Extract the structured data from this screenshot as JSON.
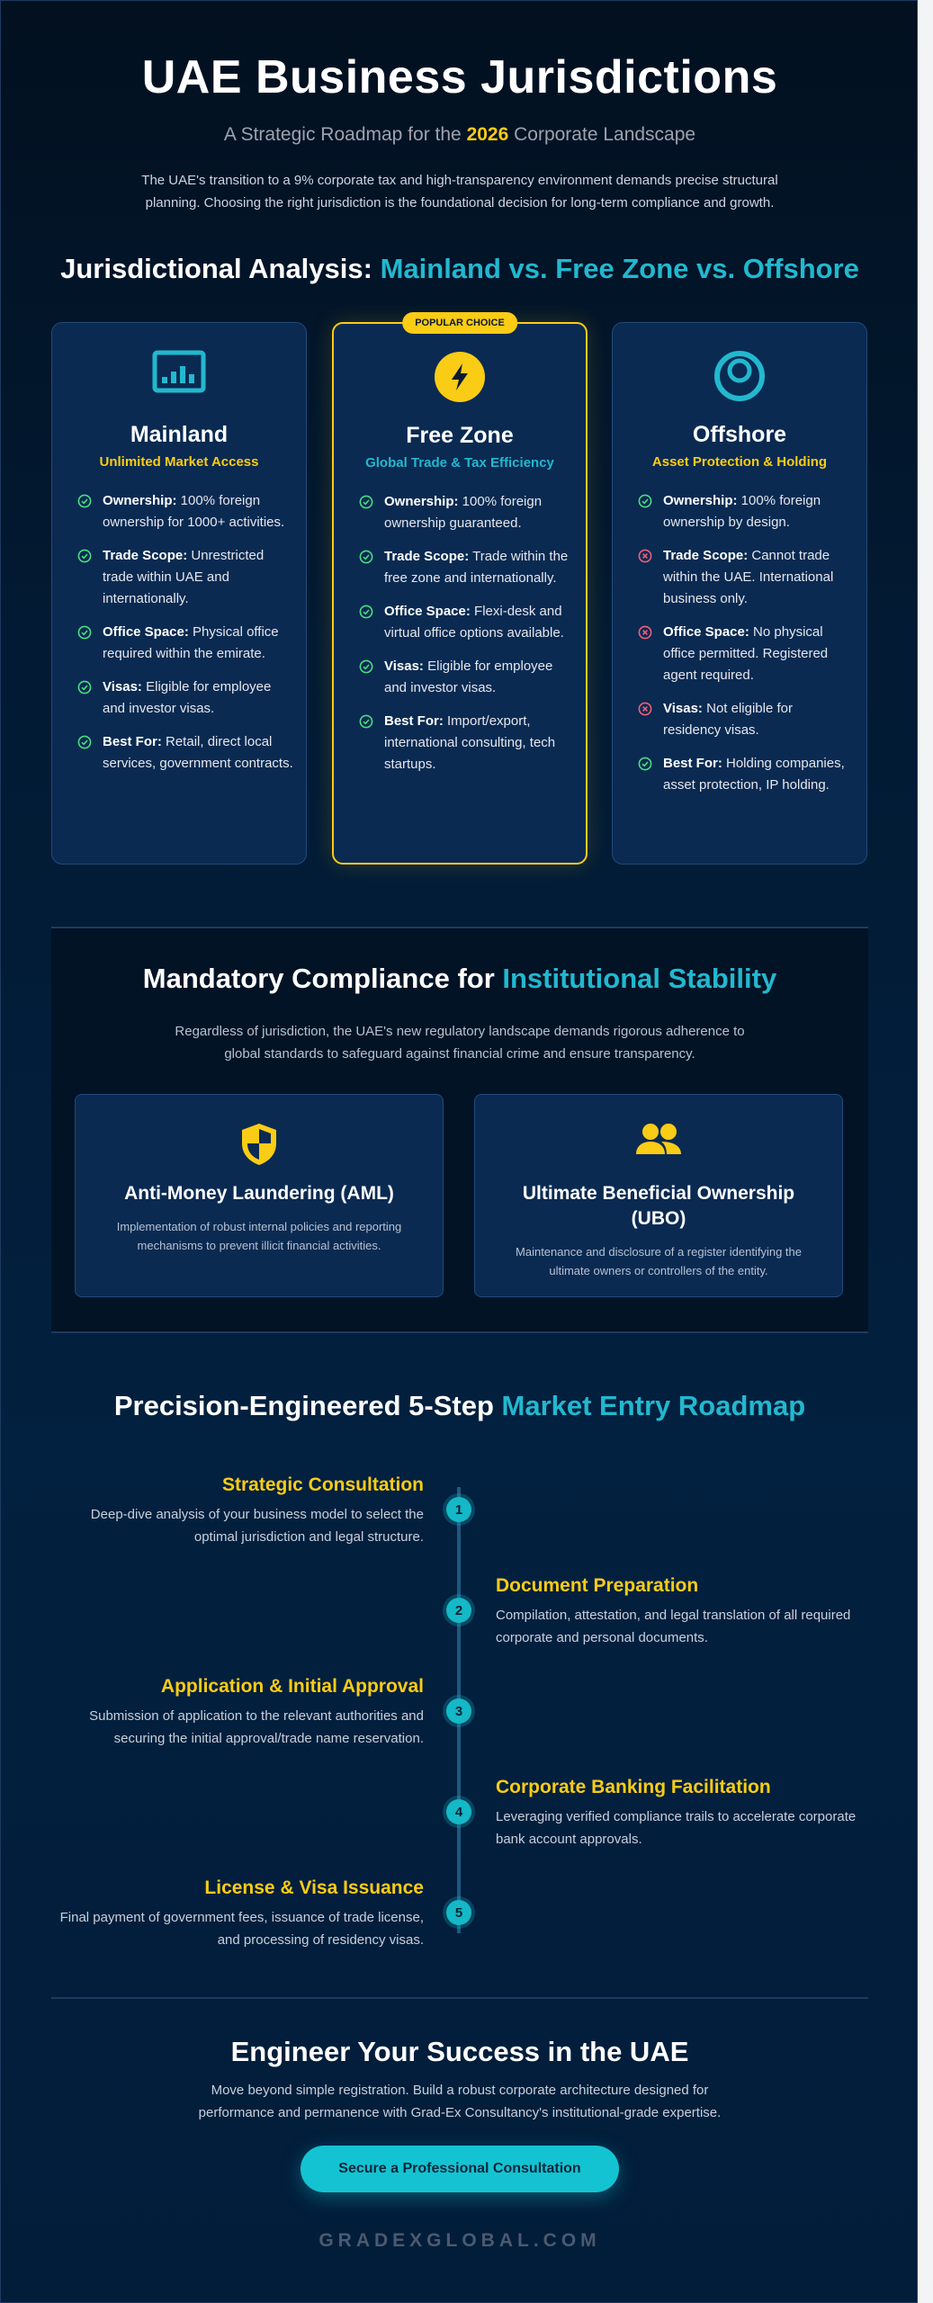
{
  "hero": {
    "title": "UAE Business Jurisdictions",
    "subtitle_pre": "A Strategic Roadmap for the ",
    "subtitle_year": "2026",
    "subtitle_post": " Corporate Landscape",
    "intro": "The UAE's transition to a 9% corporate tax and high-transparency environment demands precise structural planning. Choosing the right jurisdiction is the foundational decision for long-term compliance and growth."
  },
  "analysis": {
    "title_pre": "Jurisdictional Analysis: ",
    "title_accent": "Mainland vs. Free Zone vs. Offshore"
  },
  "cards": [
    {
      "name": "Mainland",
      "tagline": "Unlimited Market Access",
      "icon": "chart-board-icon",
      "features": [
        {
          "label": "Ownership:",
          "text": " 100% foreign ownership for 1000+ activities.",
          "status": "check"
        },
        {
          "label": "Trade Scope:",
          "text": " Unrestricted trade within UAE and internationally.",
          "status": "check"
        },
        {
          "label": "Office Space:",
          "text": " Physical office required within the emirate.",
          "status": "check"
        },
        {
          "label": "Visas:",
          "text": " Eligible for employee and investor visas.",
          "status": "check"
        },
        {
          "label": "Best For:",
          "text": " Retail, direct local services, government contracts.",
          "status": "check"
        }
      ]
    },
    {
      "name": "Free Zone",
      "tagline": "Global Trade & Tax Efficiency",
      "badge": "POPULAR CHOICE",
      "icon": "lightning-bolt-icon",
      "features": [
        {
          "label": "Ownership:",
          "text": " 100% foreign ownership guaranteed.",
          "status": "check"
        },
        {
          "label": "Trade Scope:",
          "text": " Trade within the free zone and internationally.",
          "status": "check"
        },
        {
          "label": "Office Space:",
          "text": " Flexi-desk and virtual office options available.",
          "status": "check"
        },
        {
          "label": "Visas:",
          "text": " Eligible for employee and investor visas.",
          "status": "check"
        },
        {
          "label": "Best For:",
          "text": " Import/export, international consulting, tech startups.",
          "status": "check"
        }
      ]
    },
    {
      "name": "Offshore",
      "tagline": "Asset Protection & Holding",
      "icon": "ring-icon",
      "features": [
        {
          "label": "Ownership:",
          "text": " 100% foreign ownership by design.",
          "status": "check"
        },
        {
          "label": "Trade Scope:",
          "text": " Cannot trade within the UAE. International business only.",
          "status": "cross"
        },
        {
          "label": "Office Space:",
          "text": " No physical office permitted. Registered agent required.",
          "status": "cross"
        },
        {
          "label": "Visas:",
          "text": " Not eligible for residency visas.",
          "status": "cross"
        },
        {
          "label": "Best For:",
          "text": " Holding companies, asset protection, IP holding.",
          "status": "check"
        }
      ]
    }
  ],
  "compliance": {
    "title_pre": "Mandatory Compliance for ",
    "title_accent": "Institutional Stability",
    "intro": "Regardless of jurisdiction, the UAE's new regulatory landscape demands rigorous adherence to global standards to safeguard against financial crime and ensure transparency.",
    "items": [
      {
        "title": "Anti-Money Laundering (AML)",
        "text": "Implementation of robust internal policies and reporting mechanisms to prevent illicit financial activities.",
        "icon": "shield-icon"
      },
      {
        "title": "Ultimate Beneficial Ownership (UBO)",
        "text": "Maintenance and disclosure of a register identifying the ultimate owners or controllers of the entity.",
        "icon": "people-icon"
      }
    ]
  },
  "roadmap": {
    "title_pre": "Precision-Engineered 5-Step ",
    "title_accent": "Market Entry Roadmap",
    "steps": [
      {
        "num": "1",
        "title": "Strategic Consultation",
        "text": "Deep-dive analysis of your business model to select the optimal jurisdiction and legal structure."
      },
      {
        "num": "2",
        "title": "Document Preparation",
        "text": "Compilation, attestation, and legal translation of all required corporate and personal documents."
      },
      {
        "num": "3",
        "title": "Application & Initial Approval",
        "text": "Submission of application to the relevant authorities and securing the initial approval/trade name reservation."
      },
      {
        "num": "4",
        "title": "Corporate Banking Facilitation",
        "text": "Leveraging verified compliance trails to accelerate corporate bank account approvals."
      },
      {
        "num": "5",
        "title": "License & Visa Issuance",
        "text": "Final payment of government fees, issuance of trade license, and processing of residency visas."
      }
    ]
  },
  "cta": {
    "title": "Engineer Your Success in the UAE",
    "text": "Move beyond simple registration. Build a robust corporate architecture designed for performance and permanence with Grad-Ex Consultancy's institutional-grade expertise.",
    "button": "Secure a Professional Consultation"
  },
  "footer": {
    "site": "GRADEXGLOBAL.COM"
  },
  "colors": {
    "accent_cyan": "#22b8cf",
    "accent_yellow": "#facc15",
    "check_green": "#4ade80",
    "cross_red": "#f05f7a",
    "background": "#021a33"
  }
}
